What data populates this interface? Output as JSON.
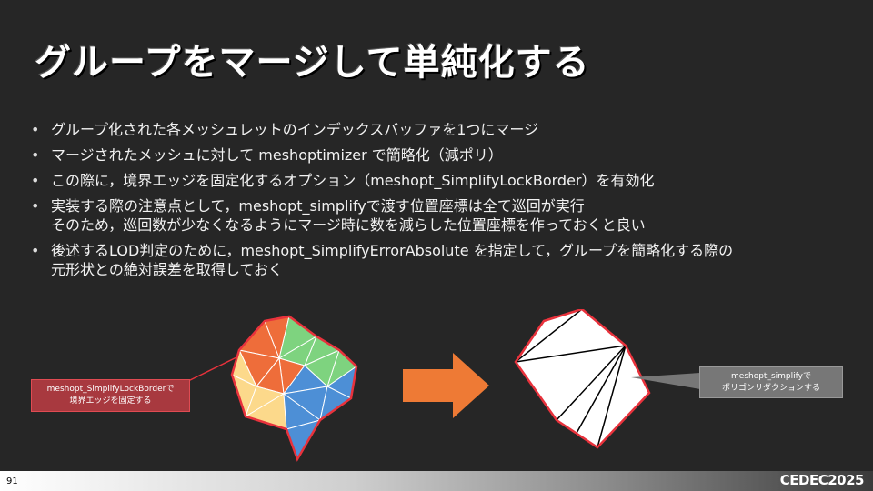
{
  "slide": {
    "title": "グループをマージして単純化する",
    "page_number": "91",
    "logo": "CEDEC2025"
  },
  "bullets": [
    {
      "lines": [
        "グループ化された各メッシュレットのインデックスバッファを1つにマージ"
      ]
    },
    {
      "lines": [
        "マージされたメッシュに対して meshoptimizer で簡略化（減ポリ）"
      ]
    },
    {
      "lines": [
        "この際に，境界エッジを固定化するオプション（meshopt_SimplifyLockBorder）を有効化"
      ]
    },
    {
      "lines": [
        "実装する際の注意点として，meshopt_simplifyで渡す位置座標は全て巡回が実行",
        "そのため，巡回数が少なくなるようにマージ時に数を減らした位置座標を作っておくと良い"
      ]
    },
    {
      "lines": [
        "後述するLOD判定のために，meshopt_SimplifyErrorAbsolute を指定して，グループを簡略化する際の",
        "元形状との絶対誤差を取得しておく"
      ]
    }
  ],
  "callouts": {
    "left": {
      "line1": "meshopt_SimplifyLockBorderで",
      "line2": "境界エッジを固定する"
    },
    "right": {
      "line1": "meshopt_simplifyで",
      "line2": "ポリゴンリダクションする"
    }
  },
  "colors": {
    "background": "#262626",
    "border_red": "#e8323c",
    "tri_orange": "#ee6d3a",
    "tri_green": "#7ed37f",
    "tri_yellow": "#fcd98b",
    "tri_blue": "#4d8fd6",
    "arrow_orange": "#ee7a35",
    "callout_red": "#a8393f",
    "callout_gray": "#777777"
  },
  "icons": [
    "arrow-right-icon"
  ]
}
